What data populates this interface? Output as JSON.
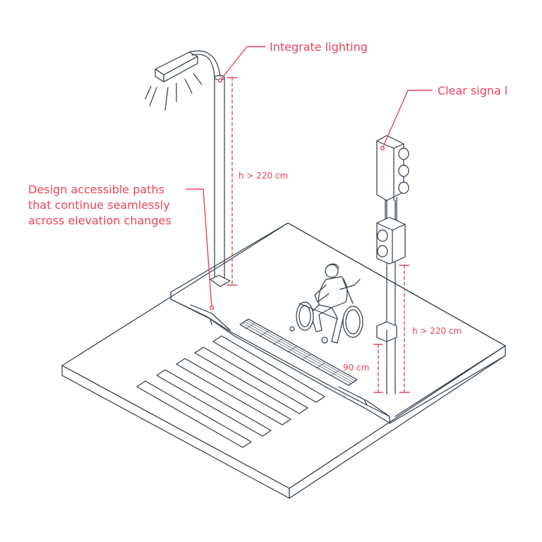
{
  "colors": {
    "accent": "#e8445a",
    "line": "#2d3a4a",
    "background": "#ffffff"
  },
  "callouts": {
    "lighting": "Integrate lighting",
    "signal": "Clear signa l",
    "paths": [
      "Design accessible paths",
      "that continue seamlessly",
      "across elevation changes"
    ]
  },
  "dimensions": {
    "lamp_height": "h > 220 cm",
    "signal_height": "h > 220 cm",
    "button_height": "90 cm"
  },
  "icons": [
    "street-lamp-icon",
    "traffic-light-icon",
    "wheelchair-user-icon",
    "tactile-paving-icon",
    "crosswalk-icon"
  ]
}
